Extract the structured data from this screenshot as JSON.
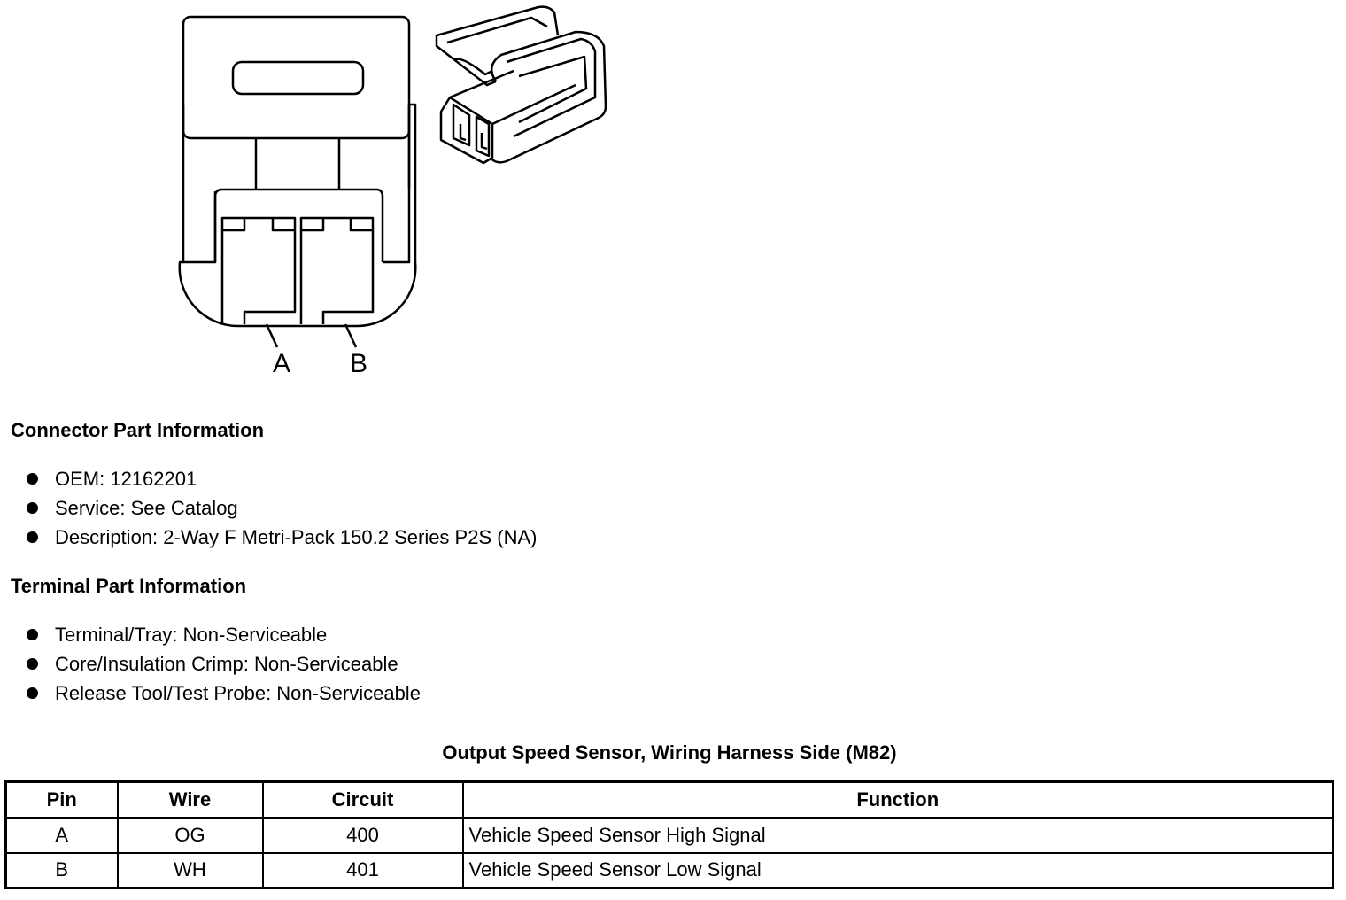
{
  "diagram": {
    "pin_labels": [
      "A",
      "B"
    ]
  },
  "connector_info": {
    "heading": "Connector Part Information",
    "items": [
      "OEM: 12162201",
      "Service: See Catalog",
      "Description: 2-Way F Metri-Pack 150.2 Series P2S (NA)"
    ]
  },
  "terminal_info": {
    "heading": "Terminal Part Information",
    "items": [
      "Terminal/Tray: Non-Serviceable",
      "Core/Insulation Crimp: Non-Serviceable",
      "Release Tool/Test Probe: Non-Serviceable"
    ]
  },
  "table": {
    "title": "Output Speed Sensor, Wiring Harness Side (M82)",
    "headers": [
      "Pin",
      "Wire",
      "Circuit",
      "Function"
    ],
    "rows": [
      [
        "A",
        "OG",
        "400",
        "Vehicle Speed Sensor High Signal"
      ],
      [
        "B",
        "WH",
        "401",
        "Vehicle Speed Sensor Low Signal"
      ]
    ]
  }
}
